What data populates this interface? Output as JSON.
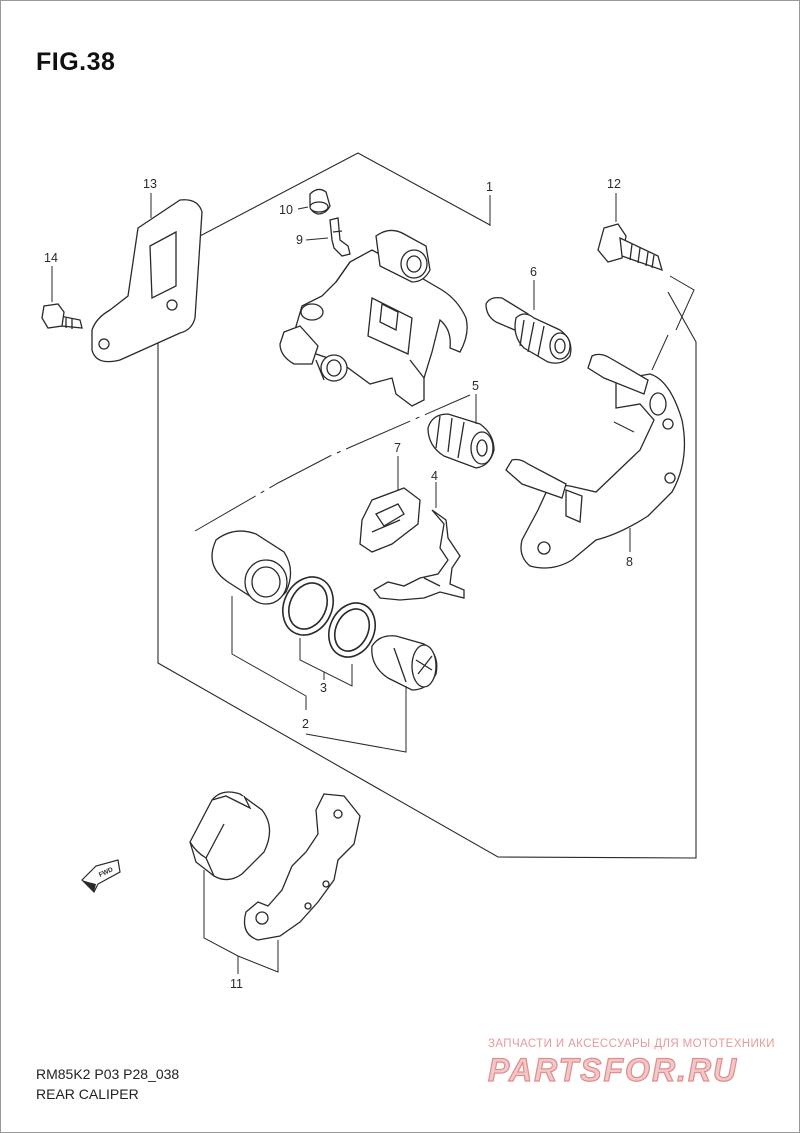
{
  "figure": {
    "title": "FIG.38",
    "code": "RM85K2 P03 P28_038",
    "caption": "REAR CALIPER"
  },
  "callouts": {
    "n1": "1",
    "n2": "2",
    "n3": "3",
    "n4": "4",
    "n5": "5",
    "n6": "6",
    "n7": "7",
    "n8": "8",
    "n9": "9",
    "n10": "10",
    "n11": "11",
    "n12": "12",
    "n13": "13",
    "n14": "14"
  },
  "fwd_marker": "FWD",
  "watermark": {
    "line": "ЗАПЧАСТИ И АКСЕССУАРЫ ДЛЯ МОТОТЕХНИКИ",
    "logo": "PARTSFOR.RU"
  },
  "colors": {
    "line": "#2a2a2a",
    "watermark": "#e08a8a"
  }
}
